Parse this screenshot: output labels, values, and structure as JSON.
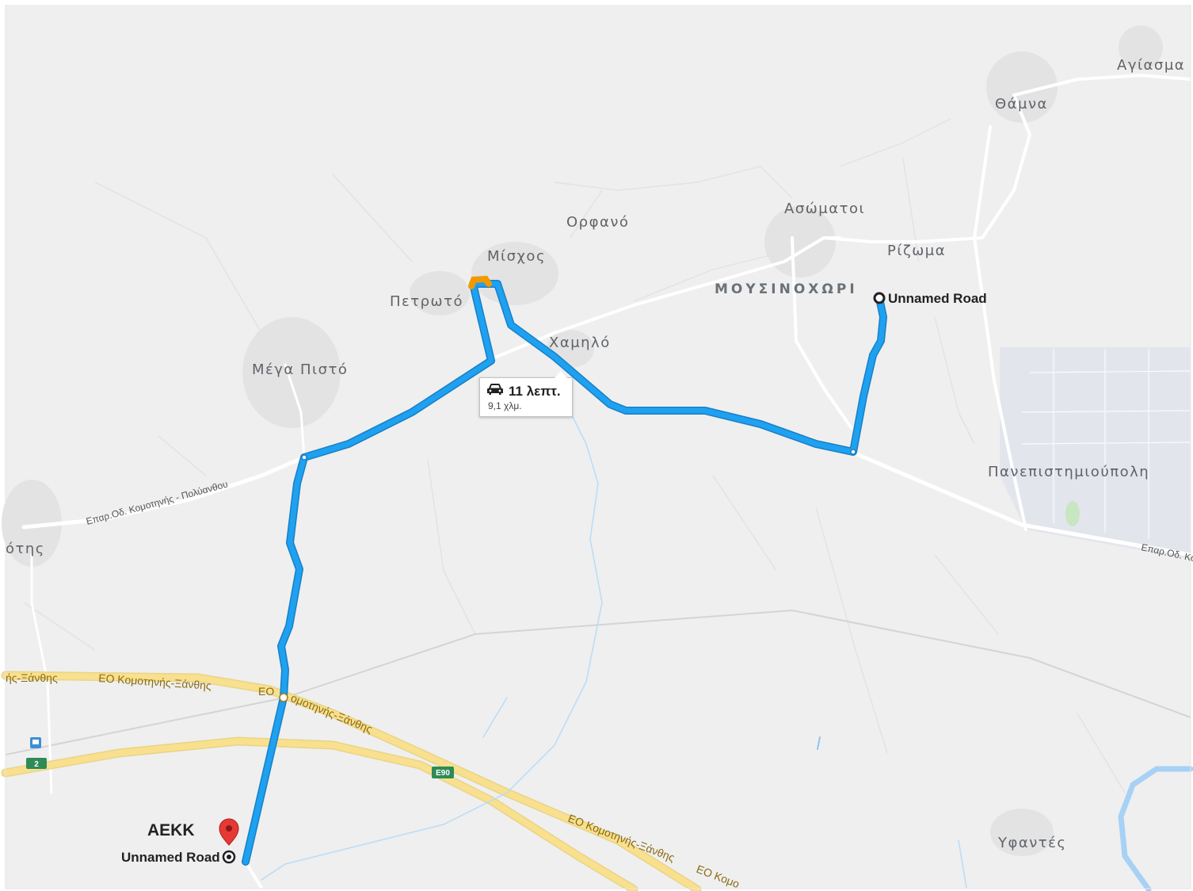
{
  "map": {
    "places": [
      "Αγίασμα",
      "Θάμνα",
      "Ασώματοι",
      "Ρίζωμα",
      "Ορφανό",
      "Μίσχος",
      "Πετρωτό",
      "Χαμηλό",
      "Μέγα Πιστό",
      "Πανεπιστημιούπολη",
      "Υφαντές",
      "ότης"
    ],
    "district": "ΜΟΥΣΙΝΟΧΩΡΙ",
    "road_labels": [
      "Επαρ.Οδ. Κομοτηνής - Πολύανθου",
      "Επαρ.Οδ. Κο",
      "ής-Ξάνθης",
      "ΕΟ Κομοτηνής-Ξάνθης",
      "ΕΟ",
      "ομοτηνής-Ξάνθης",
      "ΕΟ Κομοτηνής-Ξάνθης",
      "ΕΟ Κομο"
    ],
    "shields": [
      "E90",
      "2"
    ],
    "colors": {
      "background": "#efefef",
      "route": "#1ea1f1",
      "route_border": "#1a7fc4",
      "traffic": "#f29900",
      "highway": "#f8e08e",
      "minor_road": "#ffffff",
      "water": "#a7d1f5",
      "university_area": "#e1e6ed",
      "marker": "#e53935"
    }
  },
  "route": {
    "duration": "11 λεπτ.",
    "distance": "9,1 χλμ.",
    "vehicle_icon": "car-icon"
  },
  "origin": {
    "label": "Unnamed Road"
  },
  "destination": {
    "label": "Unnamed Road",
    "poi": "AEKK"
  }
}
